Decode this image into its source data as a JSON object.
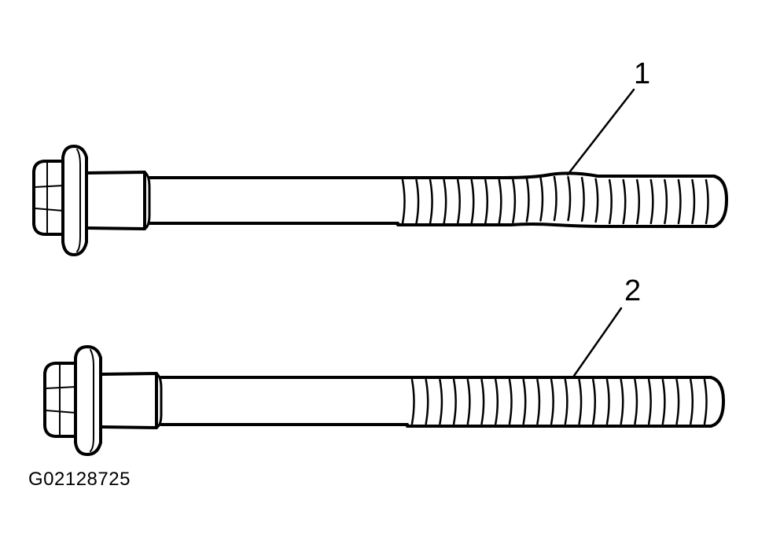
{
  "figure": {
    "figure_id": "G02128725",
    "ink_color": "#000000",
    "background_color": "#ffffff"
  },
  "callouts": [
    {
      "number": "1"
    },
    {
      "number": "2"
    }
  ],
  "bolts": [
    {
      "callout": "1",
      "thread_condition": "stretched"
    },
    {
      "callout": "2",
      "thread_condition": "normal"
    }
  ]
}
